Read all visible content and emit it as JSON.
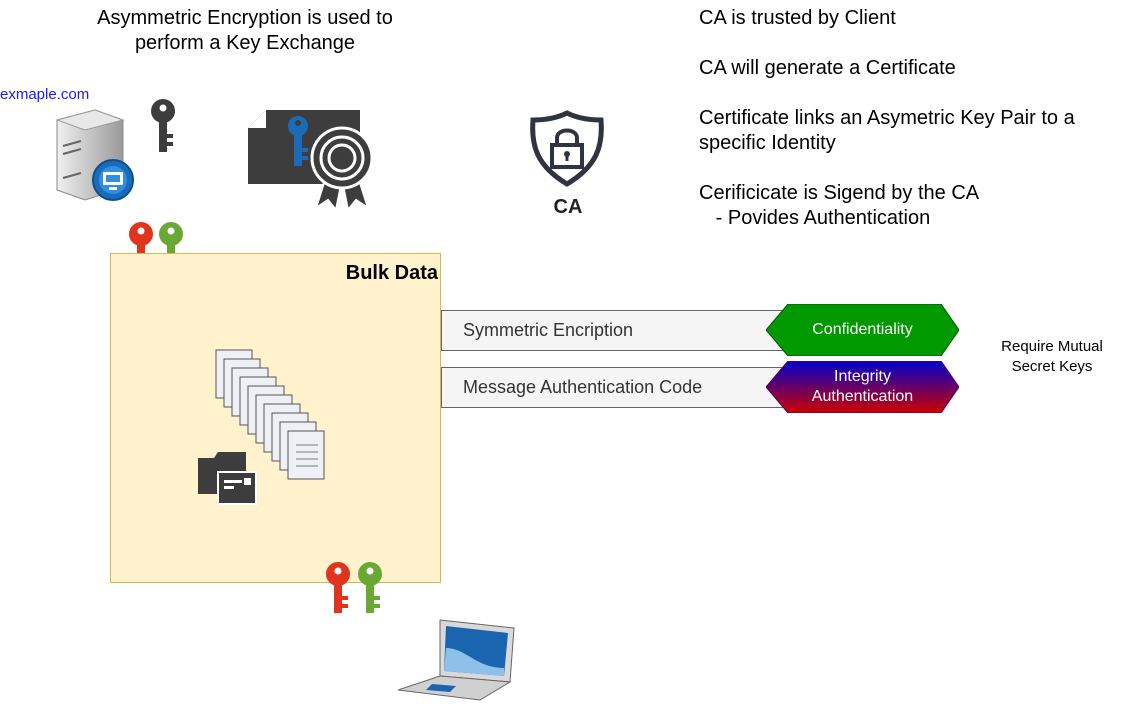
{
  "header": {
    "title": "Asymmetric Encryption is used to\nperform a Key Exchange"
  },
  "server": {
    "label": "exmaple.com"
  },
  "ca": {
    "label": "CA",
    "notes": [
      "CA is trusted by Client",
      "CA will generate a Certificate",
      "Certificate links an Asymetric Key Pair to a specific Identity",
      "Cerificicate is Sigend by the CA",
      "   - Povides Authentication"
    ]
  },
  "bulk": {
    "title": "Bulk Data"
  },
  "mechanisms": [
    {
      "label": "Symmetric Encription",
      "result": "Confidentiality"
    },
    {
      "label": "Message Authentication Code",
      "result_line1": "Integrity",
      "result_line2": "Authentication"
    }
  ],
  "side_note": "Require Mutual\nSecret Keys",
  "colors": {
    "bulk_fill": "#fff2cc",
    "bulk_border": "#d6b656",
    "confidentiality": "#009900",
    "integrity_top": "#0000cc",
    "integrity_bottom": "#cc0000",
    "key_red": "#e0341c",
    "key_green": "#6aa834",
    "key_dark": "#3d3d3d",
    "key_blue": "#1b6bb8"
  },
  "icons": [
    "server-icon",
    "dark-key-icon",
    "certificate-icon",
    "ca-shield-lock-icon",
    "red-key-icon",
    "green-key-icon",
    "documents-stack-icon",
    "folder-icon",
    "laptop-icon"
  ]
}
